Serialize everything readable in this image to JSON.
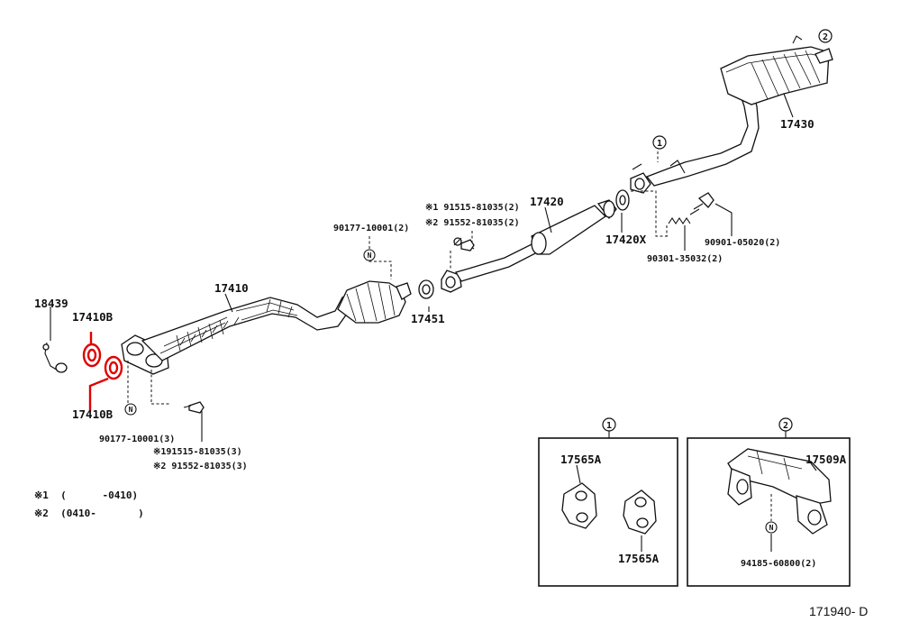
{
  "diagram": {
    "figure_id": "171940- D",
    "parts": {
      "p18439": "18439",
      "p17410b_top": "17410B",
      "p17410b_bottom": "17410B",
      "p17410": "17410",
      "p90177_front": "90177-10001(3)",
      "p90177_mid": "90177-10001(2)",
      "p91515_front": "※191515-81035(3)",
      "p91552_front": "※2 91552-81035(3)",
      "p91515_mid": "※1  91515-81035(2)",
      "p91552_mid": "※2  91552-81035(2)",
      "p17420": "17420",
      "p17451": "17451",
      "p17420x": "17420X",
      "p90301": "90301-35032(2)",
      "p90901": "90901-05020(2)",
      "p17430": "17430",
      "p17565a_1": "17565A",
      "p17565a_2": "17565A",
      "p17509a": "17509A",
      "p94185": "94185-60800(2)"
    },
    "callouts": {
      "c1_main": "1",
      "c2_main": "2",
      "c1_box": "1",
      "c2_box": "2",
      "n_front": "N",
      "n_mid": "N",
      "n_box": "N"
    },
    "notes": {
      "note1": "※1  (      -0410)",
      "note2": "※2  (0410-       )"
    },
    "highlight_color": "#e00000"
  }
}
